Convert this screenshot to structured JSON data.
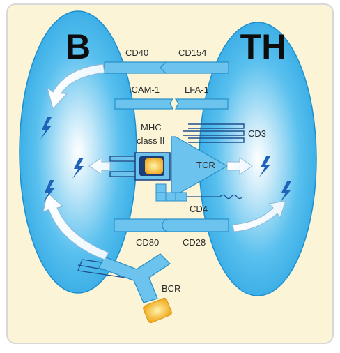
{
  "cells": {
    "b_cell_label": "B",
    "th_cell_label": "TH"
  },
  "molecules": {
    "cd40": "CD40",
    "cd154": "CD154",
    "icam1": "ICAM-1",
    "lfa1": "LFA-1",
    "mhc_line1": "MHC",
    "mhc_line2": "class II",
    "cd3": "CD3",
    "tcr": "TCR",
    "cd4": "CD4",
    "cd80": "CD80",
    "cd28": "CD28",
    "bcr": "BCR"
  },
  "colors": {
    "background": "#fbf4d6",
    "frame_border": "#d8d8d8",
    "cell_fill": "#3fb4ea",
    "cell_edge": "#1d8fce",
    "receptor_fill": "#6cc3ee",
    "receptor_edge": "#2a90c8",
    "signal_icon": "#1f63b8",
    "arrow_fill": "#ffffff",
    "antigen": "#f2b01e",
    "mhc_dark": "#1a3d7a"
  },
  "icons": {
    "signal": "lightning-bolt-icon",
    "arrow": "curved-arrow-icon"
  }
}
